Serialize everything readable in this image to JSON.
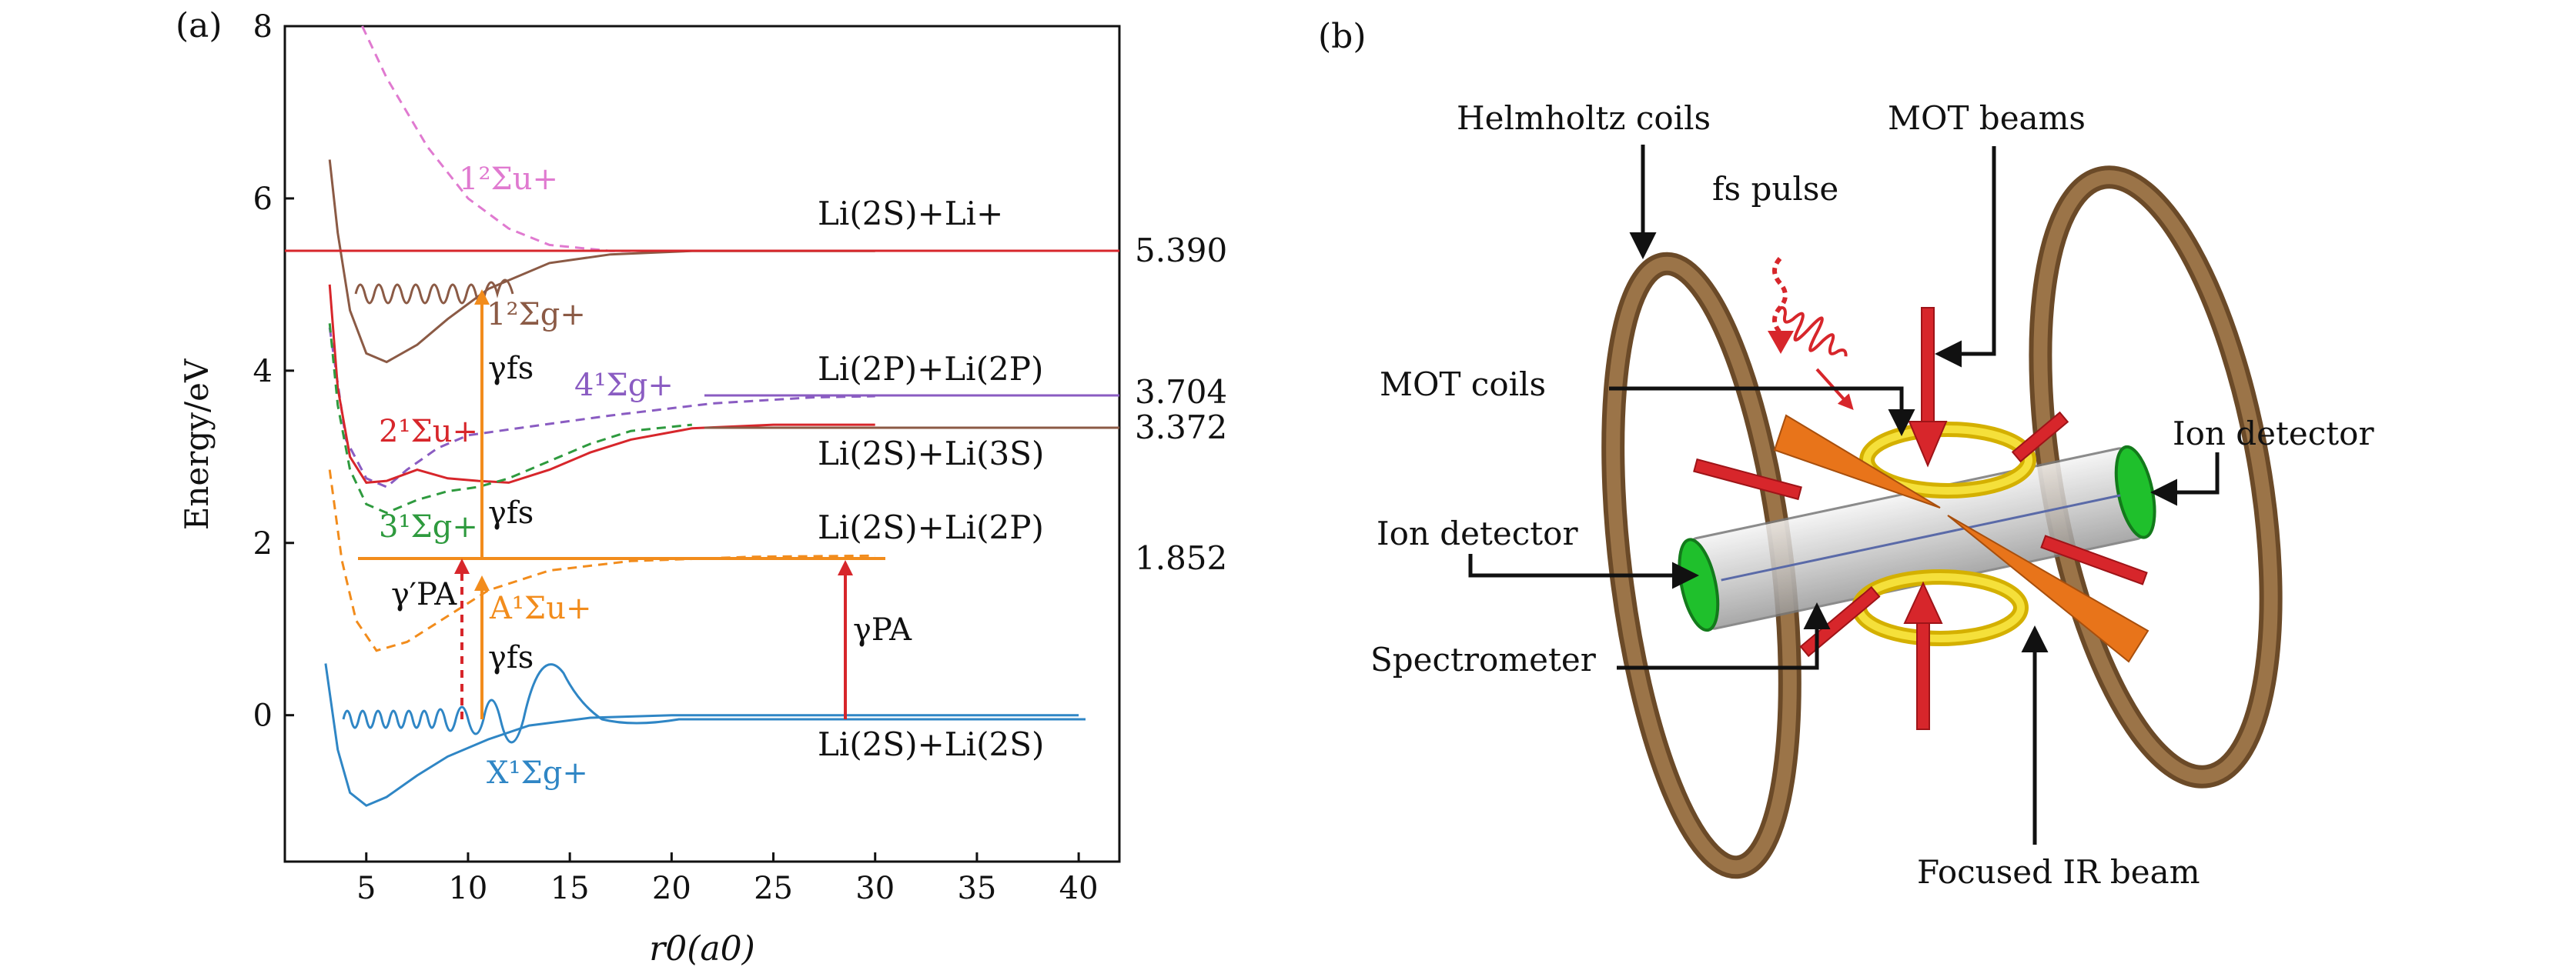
{
  "panel_a": {
    "label": "(a)",
    "y_label": "Energy/eV",
    "x_label": "r0(a0)",
    "x_ticks": [
      5,
      10,
      15,
      20,
      25,
      30,
      35,
      40
    ],
    "y_ticks": [
      0,
      2,
      4,
      6,
      8
    ],
    "right_values": [
      "5.390",
      "3.704",
      "3.372",
      "1.852"
    ],
    "asymptotes": [
      "Li(2S)+Li+",
      "Li(2P)+Li(2P)",
      "Li(2S)+Li(3S)",
      "Li(2S)+Li(2P)",
      "Li(2S)+Li(2S)"
    ],
    "states": [
      "1²Σu+",
      "1²Σg+",
      "4¹Σg+",
      "2¹Σu+",
      "3¹Σg+",
      "A¹Σu+",
      "X¹Σg+"
    ],
    "transitions": [
      "γfs",
      "γfs",
      "γfs",
      "γ′PA",
      "γPA"
    ],
    "colors": {
      "red": "#d7262b",
      "brown": "#8b5a45",
      "purple": "#8a5cc2",
      "orange": "#f28c1c",
      "green": "#2e9a3e",
      "blue": "#2f86c5",
      "pink": "#e07ad0"
    }
  },
  "chart_data": {
    "type": "line",
    "xlabel": "r0(a0)",
    "ylabel": "Energy/eV",
    "xlim": [
      1,
      42
    ],
    "ylim": [
      -1.7,
      8
    ],
    "series": [
      {
        "name": "1²Σu+",
        "style": "dashed",
        "points": [
          [
            4.8,
            8.0
          ],
          [
            6,
            7.4
          ],
          [
            8,
            6.6
          ],
          [
            10,
            6.0
          ],
          [
            12,
            5.65
          ],
          [
            14,
            5.46
          ],
          [
            17,
            5.39
          ],
          [
            20,
            5.39
          ]
        ]
      },
      {
        "name": "1²Σg+",
        "style": "solid",
        "points": [
          [
            3.2,
            6.45
          ],
          [
            3.6,
            5.6
          ],
          [
            4.2,
            4.7
          ],
          [
            5,
            4.2
          ],
          [
            6,
            4.1
          ],
          [
            7.5,
            4.3
          ],
          [
            9,
            4.6
          ],
          [
            11,
            4.95
          ],
          [
            14,
            5.25
          ],
          [
            17,
            5.35
          ],
          [
            21,
            5.39
          ],
          [
            30,
            5.39
          ]
        ]
      },
      {
        "name": "4¹Σg+",
        "style": "dashed",
        "points": [
          [
            3.2,
            4.5
          ],
          [
            4,
            3.2
          ],
          [
            5,
            2.75
          ],
          [
            6,
            2.65
          ],
          [
            7,
            2.85
          ],
          [
            8.5,
            3.1
          ],
          [
            10,
            3.25
          ],
          [
            13,
            3.35
          ],
          [
            17,
            3.48
          ],
          [
            22,
            3.62
          ],
          [
            27,
            3.69
          ],
          [
            30,
            3.704
          ]
        ]
      },
      {
        "name": "2¹Σu+",
        "style": "solid",
        "points": [
          [
            3.2,
            5.0
          ],
          [
            3.6,
            3.8
          ],
          [
            4.2,
            3.0
          ],
          [
            5,
            2.7
          ],
          [
            6,
            2.72
          ],
          [
            7.5,
            2.85
          ],
          [
            9,
            2.75
          ],
          [
            10.5,
            2.72
          ],
          [
            12,
            2.7
          ],
          [
            14,
            2.85
          ],
          [
            16,
            3.05
          ],
          [
            18,
            3.2
          ],
          [
            21,
            3.33
          ],
          [
            25,
            3.372
          ],
          [
            30,
            3.372
          ]
        ]
      },
      {
        "name": "3¹Σg+",
        "style": "dashed",
        "points": [
          [
            3.2,
            4.55
          ],
          [
            3.6,
            3.6
          ],
          [
            4.2,
            2.85
          ],
          [
            5,
            2.45
          ],
          [
            6,
            2.35
          ],
          [
            7.5,
            2.5
          ],
          [
            9,
            2.6
          ],
          [
            10.5,
            2.65
          ],
          [
            12,
            2.75
          ],
          [
            14,
            2.95
          ],
          [
            16,
            3.15
          ],
          [
            18,
            3.3
          ],
          [
            21,
            3.372
          ]
        ]
      },
      {
        "name": "A¹Σu+",
        "style": "dashed",
        "points": [
          [
            3.2,
            2.85
          ],
          [
            3.8,
            1.8
          ],
          [
            4.5,
            1.1
          ],
          [
            5.5,
            0.75
          ],
          [
            7,
            0.85
          ],
          [
            9,
            1.15
          ],
          [
            11,
            1.45
          ],
          [
            14,
            1.68
          ],
          [
            18,
            1.79
          ],
          [
            24,
            1.84
          ],
          [
            30,
            1.852
          ]
        ]
      },
      {
        "name": "X¹Σg+",
        "style": "solid",
        "points": [
          [
            3.0,
            0.6
          ],
          [
            3.6,
            -0.4
          ],
          [
            4.2,
            -0.9
          ],
          [
            5,
            -1.05
          ],
          [
            6,
            -0.95
          ],
          [
            7.5,
            -0.7
          ],
          [
            9,
            -0.48
          ],
          [
            11,
            -0.28
          ],
          [
            13,
            -0.12
          ],
          [
            16,
            -0.03
          ],
          [
            20,
            0.0
          ],
          [
            40,
            0.0
          ]
        ]
      }
    ],
    "levels": [
      {
        "name": "Li(2S)+Li+",
        "y": 5.39
      },
      {
        "name": "Li(2P)+Li(2P)",
        "y": 3.704
      },
      {
        "name": "Li(2S)+Li(3S)",
        "y": 3.372
      },
      {
        "name": "Li(2S)+Li(2P)",
        "y": 1.852
      },
      {
        "name": "Li(2S)+Li(2S)",
        "y": 0.0
      }
    ]
  },
  "panel_b": {
    "label": "(b)",
    "labels": {
      "helmholtz": "Helmholtz coils",
      "mot_beams": "MOT beams",
      "fs_pulse": "fs pulse",
      "mot_coils": "MOT coils",
      "ion_detector_right": "Ion detector",
      "ion_detector_left": "Ion detector",
      "spectrometer": "Spectrometer",
      "focused_ir": "Focused IR beam"
    }
  }
}
